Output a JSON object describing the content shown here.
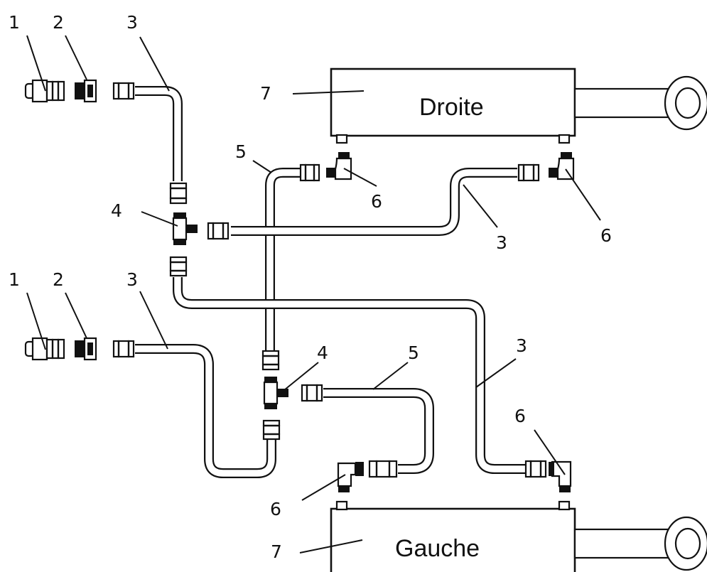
{
  "cylinders": {
    "right": {
      "label": "Droite"
    },
    "left": {
      "label": "Gauche"
    }
  },
  "callouts": {
    "coupler_top": "1",
    "adapter_top": "2",
    "hose_top": "3",
    "tee_top": "4",
    "hose_cross": "5",
    "elbow_right_a": "6",
    "hose_right": "3",
    "elbow_right_b": "6",
    "cylinder_right": "7",
    "coupler_bottom": "1",
    "adapter_bottom": "2",
    "hose_bottom": "3",
    "tee_bottom": "4",
    "hose_left_loop": "5",
    "hose_long": "3",
    "elbow_left_b": "6",
    "elbow_left_a": "6",
    "cylinder_left": "7"
  }
}
